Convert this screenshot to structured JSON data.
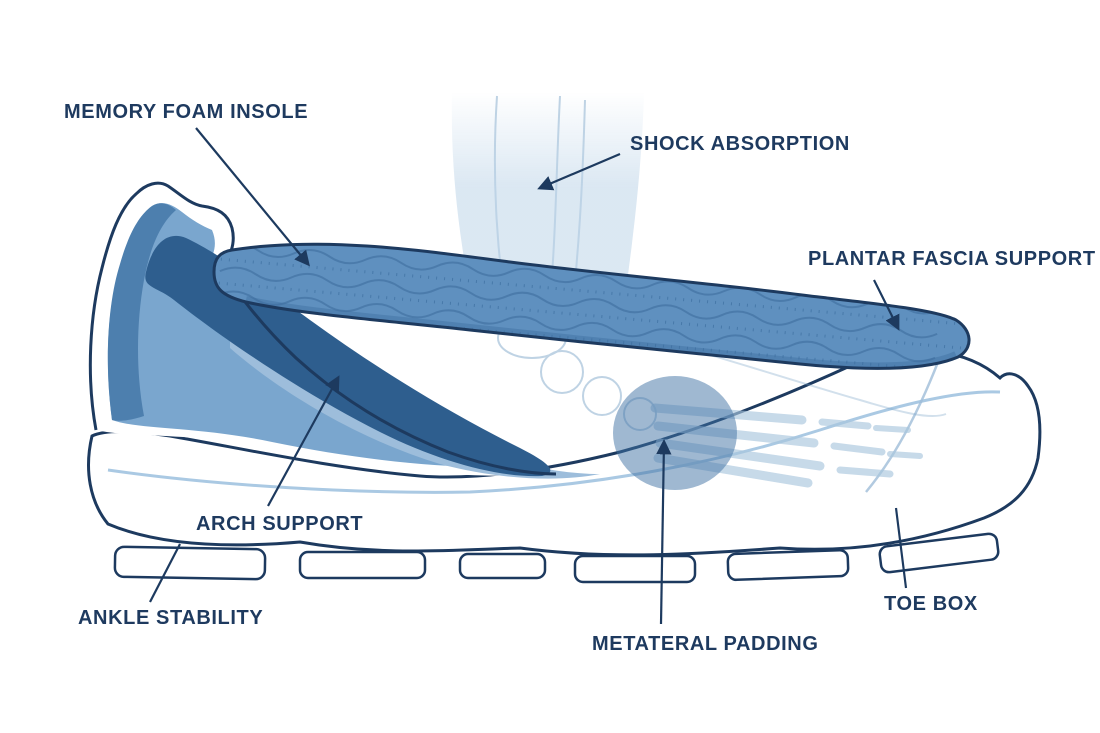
{
  "diagram": {
    "labels": {
      "memory_foam_insole": "MEMORY FOAM INSOLE",
      "shock_absorption": "SHOCK ABSORPTION",
      "plantar_fascia_support": "PLANTAR FASCIA SUPPORT",
      "arch_support": "ARCH SUPPORT",
      "ankle_stability": "ANKLE STABILITY",
      "metateral_padding": "METATERAL PADDING",
      "toe_box": "TOE BOX"
    },
    "colors": {
      "background": "#ffffff",
      "label_text": "#1e3a5f",
      "outline": "#1d3a5f",
      "insole": "#5f90bf",
      "insole_texture": "#3f6f9f",
      "arch_band": "#2e5e8e",
      "heel_mid": "#7aa6ce",
      "heel_dark": "#4d7fae",
      "heel_light": "#9dbddb",
      "accent_line": "#aac9e3",
      "metatarsal_pad": "#3f72a4",
      "bone": "#7ea6c9",
      "leg": "#bdd4e8"
    }
  }
}
